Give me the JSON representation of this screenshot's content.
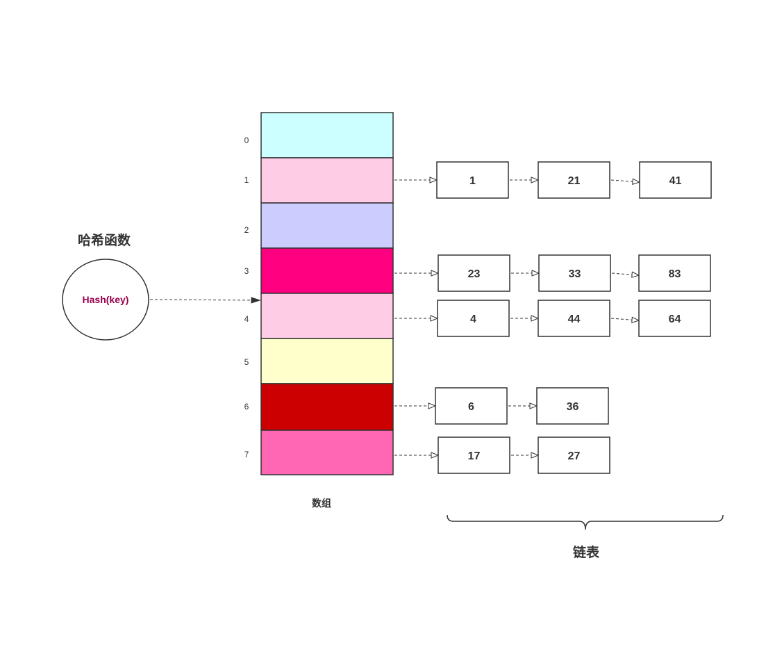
{
  "hash_function": {
    "title": "哈希函数",
    "call": "Hash(key)"
  },
  "array": {
    "label": "数组",
    "slots": [
      {
        "index": "0",
        "color": "#ccffff"
      },
      {
        "index": "1",
        "color": "#ffcce6"
      },
      {
        "index": "2",
        "color": "#ccccff"
      },
      {
        "index": "3",
        "color": "#ff0080"
      },
      {
        "index": "4",
        "color": "#ffcce6"
      },
      {
        "index": "5",
        "color": "#ffffcc"
      },
      {
        "index": "6",
        "color": "#cc0000"
      },
      {
        "index": "7",
        "color": "#ff66b3"
      }
    ]
  },
  "linked_lists": {
    "label": "链表",
    "chains": [
      {
        "slot": 1,
        "nodes": [
          "1",
          "21",
          "41"
        ]
      },
      {
        "slot": 3,
        "nodes": [
          "23",
          "33",
          "83"
        ]
      },
      {
        "slot": 4,
        "nodes": [
          "4",
          "44",
          "64"
        ]
      },
      {
        "slot": 6,
        "nodes": [
          "6",
          "36"
        ]
      },
      {
        "slot": 7,
        "nodes": [
          "17",
          "27"
        ]
      }
    ]
  },
  "colors": {
    "stroke": "#333333",
    "node_fill": "#ffffff",
    "hash_text": "#99004d"
  }
}
